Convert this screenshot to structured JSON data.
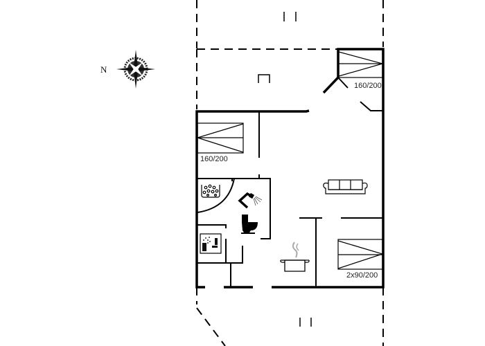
{
  "compass": {
    "north_label": "N"
  },
  "rooms": {
    "bedroom_top_right": {
      "bed_label": "160/200"
    },
    "bedroom_left": {
      "bed_label": "160/200"
    },
    "bedroom_bottom_right": {
      "bed_label": "2x90/200"
    }
  },
  "fixtures": [
    "whirlpool-icon",
    "shower-icon",
    "toilet-icon",
    "sauna-icon",
    "sofa-icon",
    "cooking-pot-icon"
  ],
  "colors": {
    "wall": "#000000",
    "background": "#ffffff",
    "steam": "#aaaaaa"
  }
}
